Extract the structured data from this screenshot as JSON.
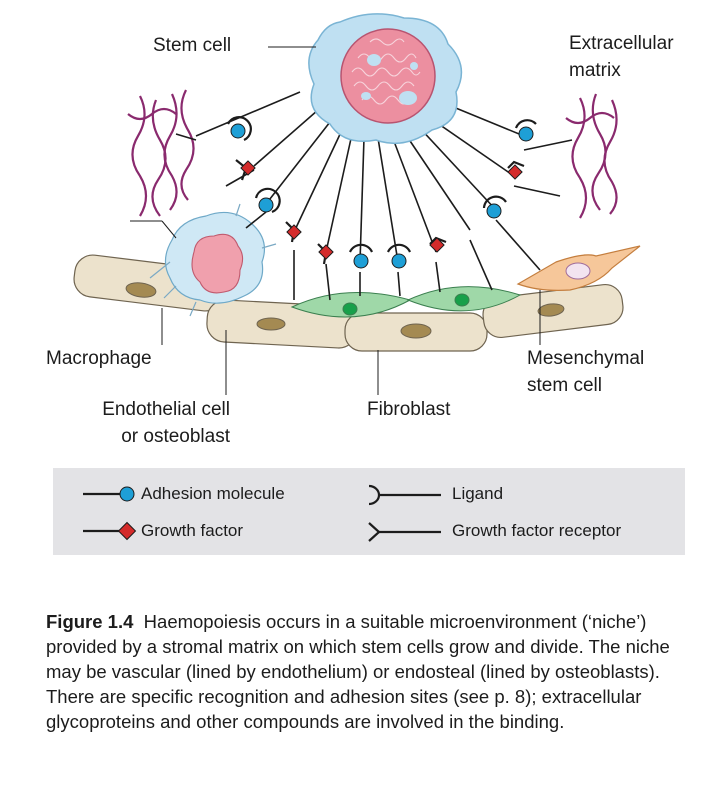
{
  "labels": {
    "stem_cell": "Stem cell",
    "extracellular_matrix": [
      "Extracellular",
      "matrix"
    ],
    "macrophage": "Macrophage",
    "endothelial": [
      "Endothelial cell",
      "or osteoblast"
    ],
    "fibroblast": "Fibroblast",
    "mesenchymal": [
      "Mesenchymal",
      "stem cell"
    ]
  },
  "legend": {
    "adhesion_molecule": "Adhesion molecule",
    "ligand": "Ligand",
    "growth_factor": "Growth factor",
    "growth_factor_receptor": "Growth factor receptor"
  },
  "caption": {
    "figure_label": "Figure 1.4",
    "text": "Haemopoiesis occurs in a suitable microenvironment (‘niche’) provided by a stromal matrix on which stem cells grow and divide. The niche may be vascular (lined by endothelium) or endosteal (lined by osteoblasts). There are specific recognition and adhesion sites (see p. 8); extracellular glycoproteins and other compounds are involved in the binding."
  },
  "colors": {
    "stem_cell_body": "#bfe0f2",
    "stem_cell_nucleus": "#ec8fa0",
    "adhesion_blue": "#1e9fd6",
    "growth_red": "#d42b2b",
    "matrix_purple": "#8a2a6e",
    "endothelial_tan": "#ece2cc",
    "endothelial_nucleus": "#a48a52",
    "fibroblast_green": "#9fd8a8",
    "fibroblast_nucleus": "#17a04a",
    "mesenchymal_orange": "#f6c79a",
    "legend_bg": "#e3e3e6"
  },
  "icons": [
    "adhesion-molecule-icon",
    "growth-factor-icon",
    "ligand-icon",
    "growth-factor-receptor-icon"
  ]
}
